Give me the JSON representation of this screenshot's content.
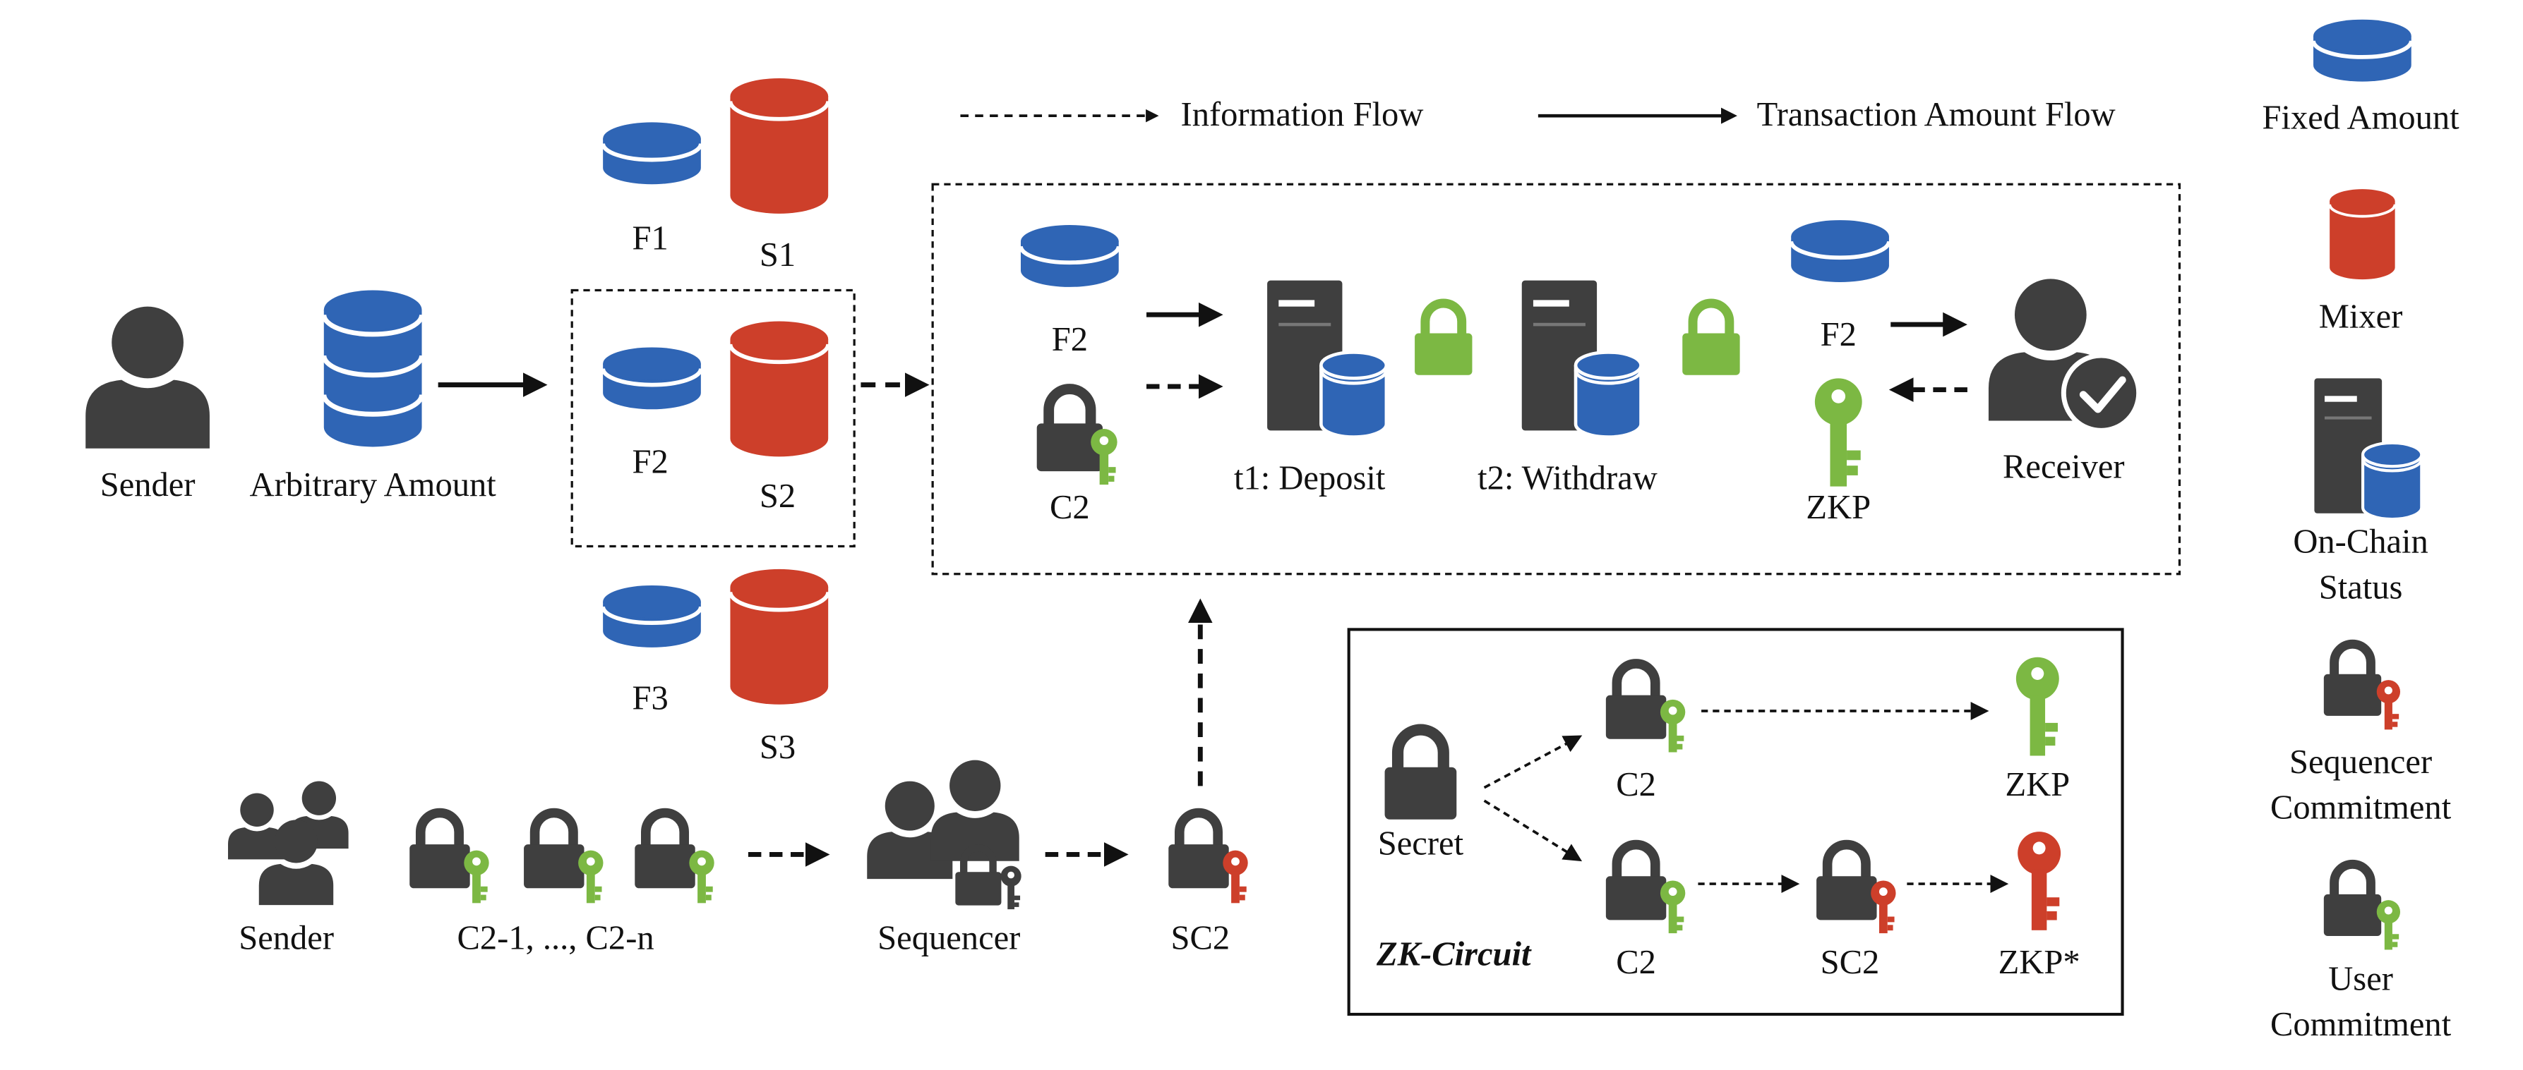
{
  "legend_top": {
    "info_flow": "Information Flow",
    "amount_flow": "Transaction Amount Flow"
  },
  "sender": {
    "label": "Sender",
    "amount": "Arbitrary Amount"
  },
  "pools": {
    "f1": "F1",
    "s1": "S1",
    "f2": "F2",
    "s2": "S2",
    "f3": "F3",
    "s3": "S3"
  },
  "process": {
    "f2_in": "F2",
    "c2": "C2",
    "deposit": "t1: Deposit",
    "withdraw": "t2: Withdraw",
    "f2_out": "F2",
    "zkp": "ZKP",
    "receiver": "Receiver"
  },
  "sequencing": {
    "senders": "Sender",
    "commitments": "C2-1, ..., C2-n",
    "sequencer": "Sequencer",
    "sc2": "SC2"
  },
  "zk_circuit": {
    "title": "ZK-Circuit",
    "secret": "Secret",
    "c2_top": "C2",
    "zkp": "ZKP",
    "c2_bottom": "C2",
    "sc2": "SC2",
    "zkp_star": "ZKP*"
  },
  "legend_side": {
    "fixed_amount": "Fixed Amount",
    "mixer": "Mixer",
    "on_chain_1": "On-Chain",
    "on_chain_2": "Status",
    "seq_commit_1": "Sequencer",
    "seq_commit_2": "Commitment",
    "user_commit_1": "User",
    "user_commit_2": "Commitment"
  },
  "colors": {
    "blue": "#2f65b5",
    "red": "#cd3f2a",
    "green": "#7cb843",
    "dark": "#3f3f3f"
  }
}
